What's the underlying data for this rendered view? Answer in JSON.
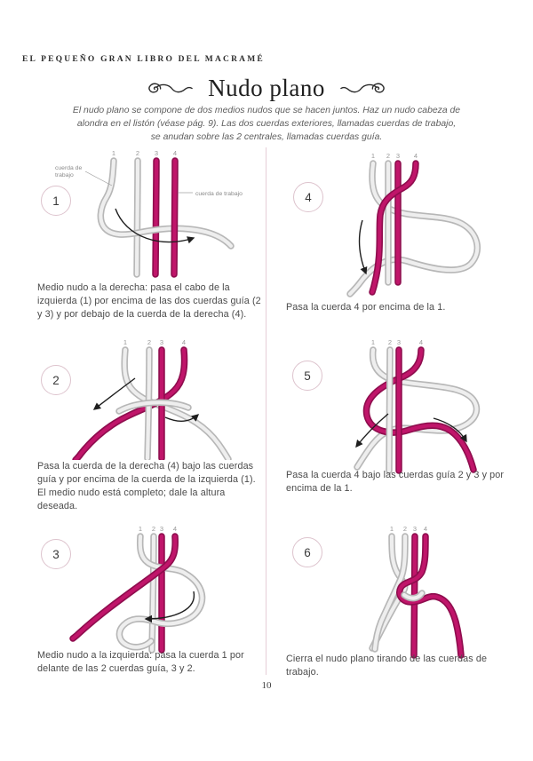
{
  "header": {
    "book_title": "EL PEQUEÑO GRAN LIBRO DEL MACRAMÉ",
    "title": "Nudo plano",
    "intro": "El nudo plano se compone de dos medios nudos que se hacen juntos. Haz un nudo cabeza de alondra en el listón (véase pág. 9). Las dos cuerdas exteriores, llamadas cuerdas de trabajo, se anudan sobre las 2 centrales, llamadas cuerdas guía."
  },
  "cords": [
    "1",
    "2",
    "3",
    "4"
  ],
  "labels": {
    "left_line1": "cuerda de",
    "left_line2": "trabajo",
    "right": "cuerda de trabajo"
  },
  "steps": [
    {
      "number": "1",
      "caption": "Medio nudo a la derecha: pasa el cabo de la izquierda (1) por encima de las dos cuerdas guía (2 y 3) y por debajo de la cuerda de la derecha (4)."
    },
    {
      "number": "2",
      "caption": "Pasa la cuerda de la derecha (4) bajo las cuerdas guía y por encima de la cuerda de la izquierda (1). El medio nudo está completo; dale la altura deseada."
    },
    {
      "number": "3",
      "caption": "Medio nudo a la izquierda: pasa la cuerda 1 por delante de las 2 cuerdas guía, 3 y 2."
    },
    {
      "number": "4",
      "caption": "Pasa la cuerda 4 por encima de la 1."
    },
    {
      "number": "5",
      "caption": "Pasa la cuerda 4 bajo las cuerdas guía 2 y 3 y por encima de la 1."
    },
    {
      "number": "6",
      "caption": "Cierra el nudo plano tirando de las cuerdas de trabajo."
    }
  ],
  "footer": {
    "page_number": "10"
  },
  "colors": {
    "cord_magenta": "#b5125f",
    "cord_gray": "#cfcfcf",
    "divider_pink": "#e6cdd7"
  }
}
